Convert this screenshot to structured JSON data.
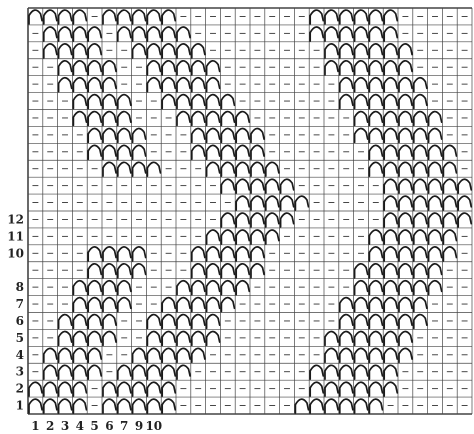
{
  "diagram": {
    "rows": 24,
    "cols": 30,
    "row_numbers": [
      "1",
      "2",
      "3",
      "4",
      "5",
      "6",
      "7",
      "8",
      "10",
      "11",
      "12"
    ],
    "col_numbers": [
      "1",
      "2",
      "3",
      "4",
      "5",
      "6",
      "7",
      "9",
      "10"
    ],
    "row_number_rows": [
      1,
      2,
      3,
      4,
      5,
      6,
      7,
      8,
      10,
      11,
      12
    ],
    "col_number_cols": [
      1,
      2,
      3,
      4,
      5,
      6,
      7,
      8,
      9
    ],
    "empty_symbol": "–",
    "stitch_symbol": "loop",
    "colors": {
      "ink": "#1a1a1a",
      "grid": "#444444",
      "paper": "#ffffff"
    }
  }
}
